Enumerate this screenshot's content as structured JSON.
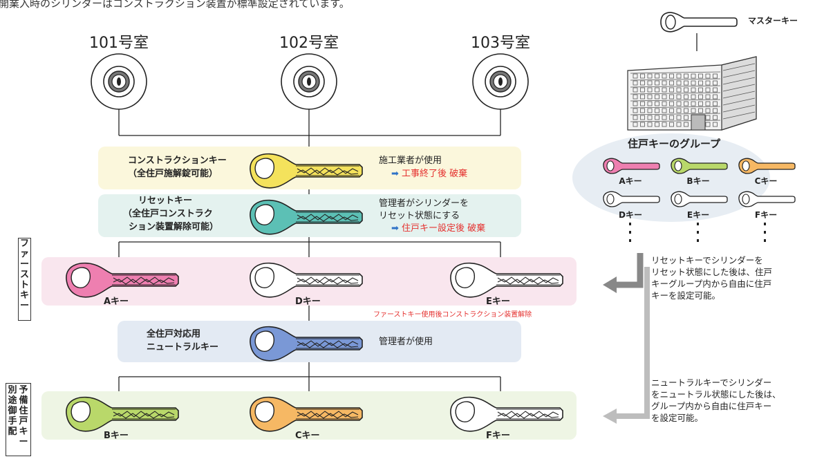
{
  "top_caption": "開業入時のシリンダーはコンストラクション装置が標準設定されています。",
  "rooms": [
    "101号室",
    "102号室",
    "103号室"
  ],
  "construction": {
    "title_line1": "コンストラクションキー",
    "title_line2": "（全住戸施解錠可能）",
    "desc_line1": "施工業者が使用",
    "desc_arrow": "➡",
    "desc_line2": "工事終了後 破棄",
    "key_color": "#f4e25c"
  },
  "reset": {
    "title_line1": "リセットキー",
    "title_line2": "（全住戸コンストラク",
    "title_line3": "ション装置解除可能）",
    "desc_line1": "管理者がシリンダーを",
    "desc_line2": "リセット状態にする",
    "desc_arrow": "➡",
    "desc_line3": "住戸キー設定後 破棄",
    "key_color": "#5cc0b5"
  },
  "first_keys": {
    "side_label": [
      "フ",
      "ァ",
      "ー",
      "ス",
      "ト",
      "キ",
      "ー"
    ],
    "keys": [
      {
        "label": "Aキー",
        "color": "#ee7fb0"
      },
      {
        "label": "Dキー",
        "color": "#ffffff"
      },
      {
        "label": "Eキー",
        "color": "#ffffff"
      }
    ],
    "note": "ファーストキー使用後コンストラクション装置解除"
  },
  "neutral": {
    "title_line1": "全住戸対応用",
    "title_line2": "ニュートラルキー",
    "desc": "管理者が使用",
    "key_color": "#7a98d6"
  },
  "spare_keys": {
    "side_label_col1": [
      "別",
      "途",
      "御",
      "手",
      "配"
    ],
    "side_label_col2": [
      "予",
      "備",
      "住",
      "戸",
      "キ",
      "ー"
    ],
    "keys": [
      {
        "label": "Bキー",
        "color": "#b9d86a"
      },
      {
        "label": "Cキー",
        "color": "#f6b864"
      },
      {
        "label": "Fキー",
        "color": "#ffffff"
      }
    ]
  },
  "master_key": {
    "label": "マスターキー"
  },
  "group": {
    "title": "住戸キーのグループ",
    "keys": [
      {
        "label": "Aキー",
        "color": "#ee7fb0"
      },
      {
        "label": "Bキー",
        "color": "#b9d86a"
      },
      {
        "label": "Cキー",
        "color": "#f6b864"
      },
      {
        "label": "Dキー",
        "color": "#ffffff"
      },
      {
        "label": "Eキー",
        "color": "#ffffff"
      },
      {
        "label": "Fキー",
        "color": "#ffffff"
      }
    ]
  },
  "notes": {
    "reset_note": [
      "リセットキーでシリンダーを",
      "リセット状態にした後は、住戸",
      "キーグループ内から自由に住戸",
      "キーを設定可能。"
    ],
    "neutral_note": [
      "ニュートラルキーでシリンダー",
      "をニュートラル状態にした後は、",
      "グループ内から自由に住戸キー",
      "を設定可能。"
    ]
  }
}
